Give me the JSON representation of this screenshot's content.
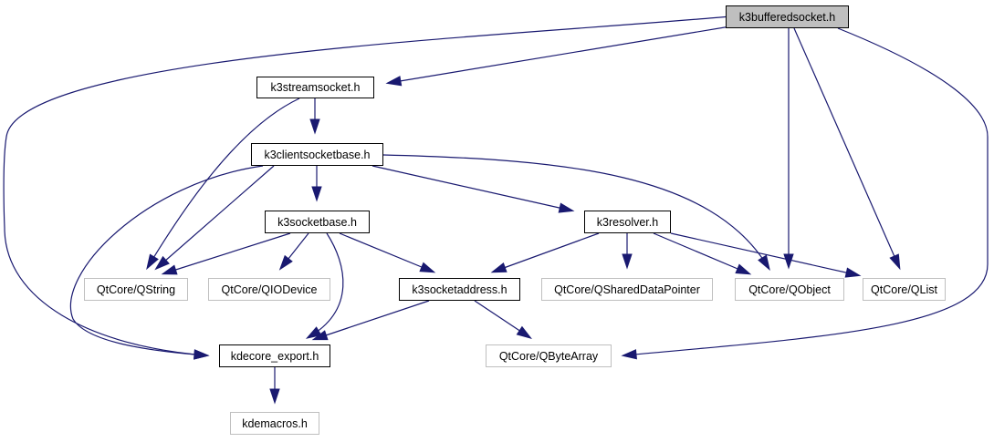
{
  "diagram": {
    "type": "include-dependency-graph",
    "edge_color": "#191970",
    "root_fill": "#bfbfbf",
    "external_border": "#bfbfbf",
    "nodes": [
      {
        "id": "k3bufferedsocket",
        "label": "k3bufferedsocket.h",
        "kind": "root"
      },
      {
        "id": "k3streamsocket",
        "label": "k3streamsocket.h",
        "kind": "local"
      },
      {
        "id": "k3clientsocketbase",
        "label": "k3clientsocketbase.h",
        "kind": "local"
      },
      {
        "id": "k3socketbase",
        "label": "k3socketbase.h",
        "kind": "local"
      },
      {
        "id": "k3resolver",
        "label": "k3resolver.h",
        "kind": "local"
      },
      {
        "id": "qstring",
        "label": "QtCore/QString",
        "kind": "ext"
      },
      {
        "id": "qiodevice",
        "label": "QtCore/QIODevice",
        "kind": "ext"
      },
      {
        "id": "k3socketaddress",
        "label": "k3socketaddress.h",
        "kind": "local"
      },
      {
        "id": "qshareddatapointer",
        "label": "QtCore/QSharedDataPointer",
        "kind": "ext"
      },
      {
        "id": "qobject",
        "label": "QtCore/QObject",
        "kind": "ext"
      },
      {
        "id": "qlist",
        "label": "QtCore/QList",
        "kind": "ext"
      },
      {
        "id": "kdecore_export",
        "label": "kdecore_export.h",
        "kind": "local"
      },
      {
        "id": "qbytearray",
        "label": "QtCore/QByteArray",
        "kind": "ext"
      },
      {
        "id": "kdemacros",
        "label": "kdemacros.h",
        "kind": "ext"
      }
    ],
    "edges": [
      {
        "from": "k3bufferedsocket",
        "to": "k3streamsocket"
      },
      {
        "from": "k3bufferedsocket",
        "to": "kdecore_export"
      },
      {
        "from": "k3bufferedsocket",
        "to": "qobject"
      },
      {
        "from": "k3bufferedsocket",
        "to": "qlist"
      },
      {
        "from": "k3bufferedsocket",
        "to": "qbytearray"
      },
      {
        "from": "k3streamsocket",
        "to": "k3clientsocketbase"
      },
      {
        "from": "k3streamsocket",
        "to": "qstring"
      },
      {
        "from": "k3clientsocketbase",
        "to": "k3socketbase"
      },
      {
        "from": "k3clientsocketbase",
        "to": "k3resolver"
      },
      {
        "from": "k3clientsocketbase",
        "to": "qstring"
      },
      {
        "from": "k3clientsocketbase",
        "to": "kdecore_export"
      },
      {
        "from": "k3clientsocketbase",
        "to": "qobject"
      },
      {
        "from": "k3socketbase",
        "to": "qstring"
      },
      {
        "from": "k3socketbase",
        "to": "qiodevice"
      },
      {
        "from": "k3socketbase",
        "to": "k3socketaddress"
      },
      {
        "from": "k3socketbase",
        "to": "kdecore_export"
      },
      {
        "from": "k3resolver",
        "to": "k3socketaddress"
      },
      {
        "from": "k3resolver",
        "to": "qshareddatapointer"
      },
      {
        "from": "k3resolver",
        "to": "qobject"
      },
      {
        "from": "k3resolver",
        "to": "qlist"
      },
      {
        "from": "k3socketaddress",
        "to": "kdecore_export"
      },
      {
        "from": "k3socketaddress",
        "to": "qbytearray"
      },
      {
        "from": "kdecore_export",
        "to": "kdemacros"
      }
    ]
  }
}
